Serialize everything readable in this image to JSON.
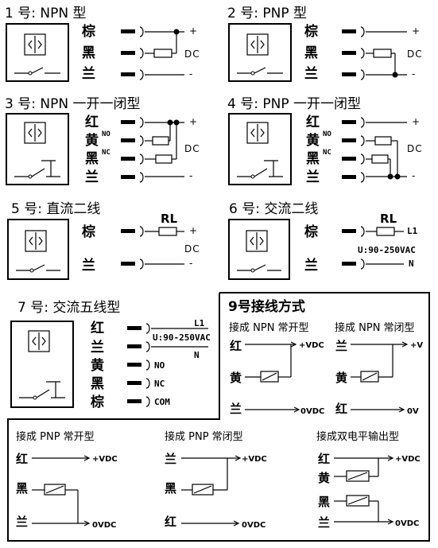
{
  "diagrams": {
    "d1": {
      "title": "1 号: NPN 型",
      "wires": [
        "棕",
        "黑",
        "兰"
      ],
      "signs": [
        "+",
        "-"
      ],
      "supply": "DC"
    },
    "d2": {
      "title": "2 号: PNP 型",
      "wires": [
        "棕",
        "黑",
        "兰"
      ],
      "signs": [
        "+",
        "-"
      ],
      "supply": "DC"
    },
    "d3": {
      "title": "3 号: NPN 一开一闭型",
      "wires": [
        "红",
        "黄",
        "黑",
        "兰"
      ],
      "tags": [
        "NO",
        "NC"
      ],
      "signs": [
        "+",
        "-"
      ],
      "supply": "DC"
    },
    "d4": {
      "title": "4 号: PNP 一开一闭型",
      "wires": [
        "红",
        "黄",
        "黑",
        "兰"
      ],
      "tags": [
        "NO",
        "NC"
      ],
      "signs": [
        "+",
        "-"
      ],
      "supply": "DC"
    },
    "d5": {
      "title": "5 号: 直流二线",
      "wires": [
        "棕",
        "兰"
      ],
      "load": "RL",
      "signs": [
        "+",
        "-"
      ],
      "supply": "DC"
    },
    "d6": {
      "title": "6 号: 交流二线",
      "wires": [
        "棕",
        "兰"
      ],
      "load": "RL",
      "terms": [
        "L1",
        "N"
      ],
      "voltage": "U:90-250VAC"
    },
    "d7": {
      "title": "7 号: 交流五线型",
      "wires": [
        "红",
        "兰",
        "黄",
        "黑",
        "棕"
      ],
      "terms": [
        "L1",
        "N"
      ],
      "outs": [
        "NO",
        "NC",
        "COM"
      ],
      "voltage": "U:90-250VAC"
    }
  },
  "section9": {
    "title": "9号接线方式",
    "npn_no": {
      "title": "接成 NPN 常开型",
      "top": "红",
      "mid": "黄",
      "bot": "兰",
      "top_v": "+VDC",
      "bot_v": "0VDC"
    },
    "npn_nc": {
      "title": "接成 NPN 常闭型",
      "top": "兰",
      "mid": "黄",
      "bot": "红",
      "top_v": "+V",
      "bot_v": "0V"
    },
    "pnp_no": {
      "title": "接成 PNP 常开型",
      "top": "红",
      "mid": "黑",
      "bot": "兰",
      "top_v": "+VDC",
      "bot_v": "0VDC"
    },
    "pnp_nc": {
      "title": "接成 PNP 常闭型",
      "top": "兰",
      "mid": "黑",
      "bot": "红",
      "top_v": "+VDC",
      "bot_v": "0VDC"
    },
    "dual": {
      "title": "接成双电平输出型",
      "wires": [
        "红",
        "黄",
        "黑",
        "兰"
      ],
      "top_v": "+VDC",
      "bot_v": "0VDC"
    }
  }
}
